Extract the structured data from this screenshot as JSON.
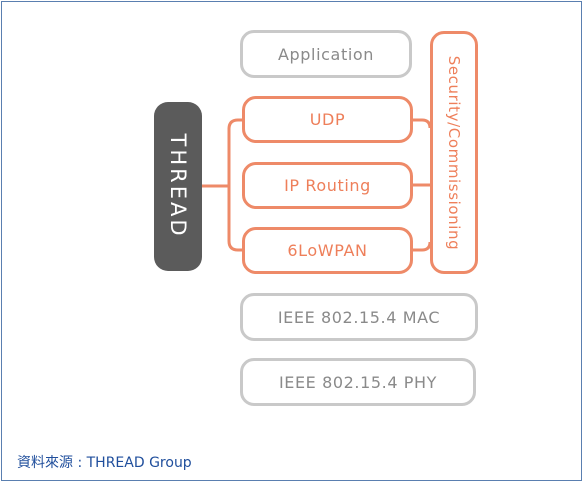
{
  "diagram": {
    "brand_label": "THREAD",
    "stack_layers": {
      "application": "Application",
      "udp": "UDP",
      "ip_routing": "IP Routing",
      "sixlowpan": "6LoWPAN",
      "ieee_mac": "IEEE 802.15.4 MAC",
      "ieee_phy": "IEEE 802.15.4 PHY"
    },
    "side_label": "Security/Commissioning",
    "source_caption": "資料來源 : THREAD Group"
  },
  "colors": {
    "thread_accent": "#ee7f5a",
    "thread_dark": "#5b5b5b",
    "standard_layer": "#c9c9c9",
    "frame": "#5a7fb0",
    "caption": "#1f4e9c"
  }
}
